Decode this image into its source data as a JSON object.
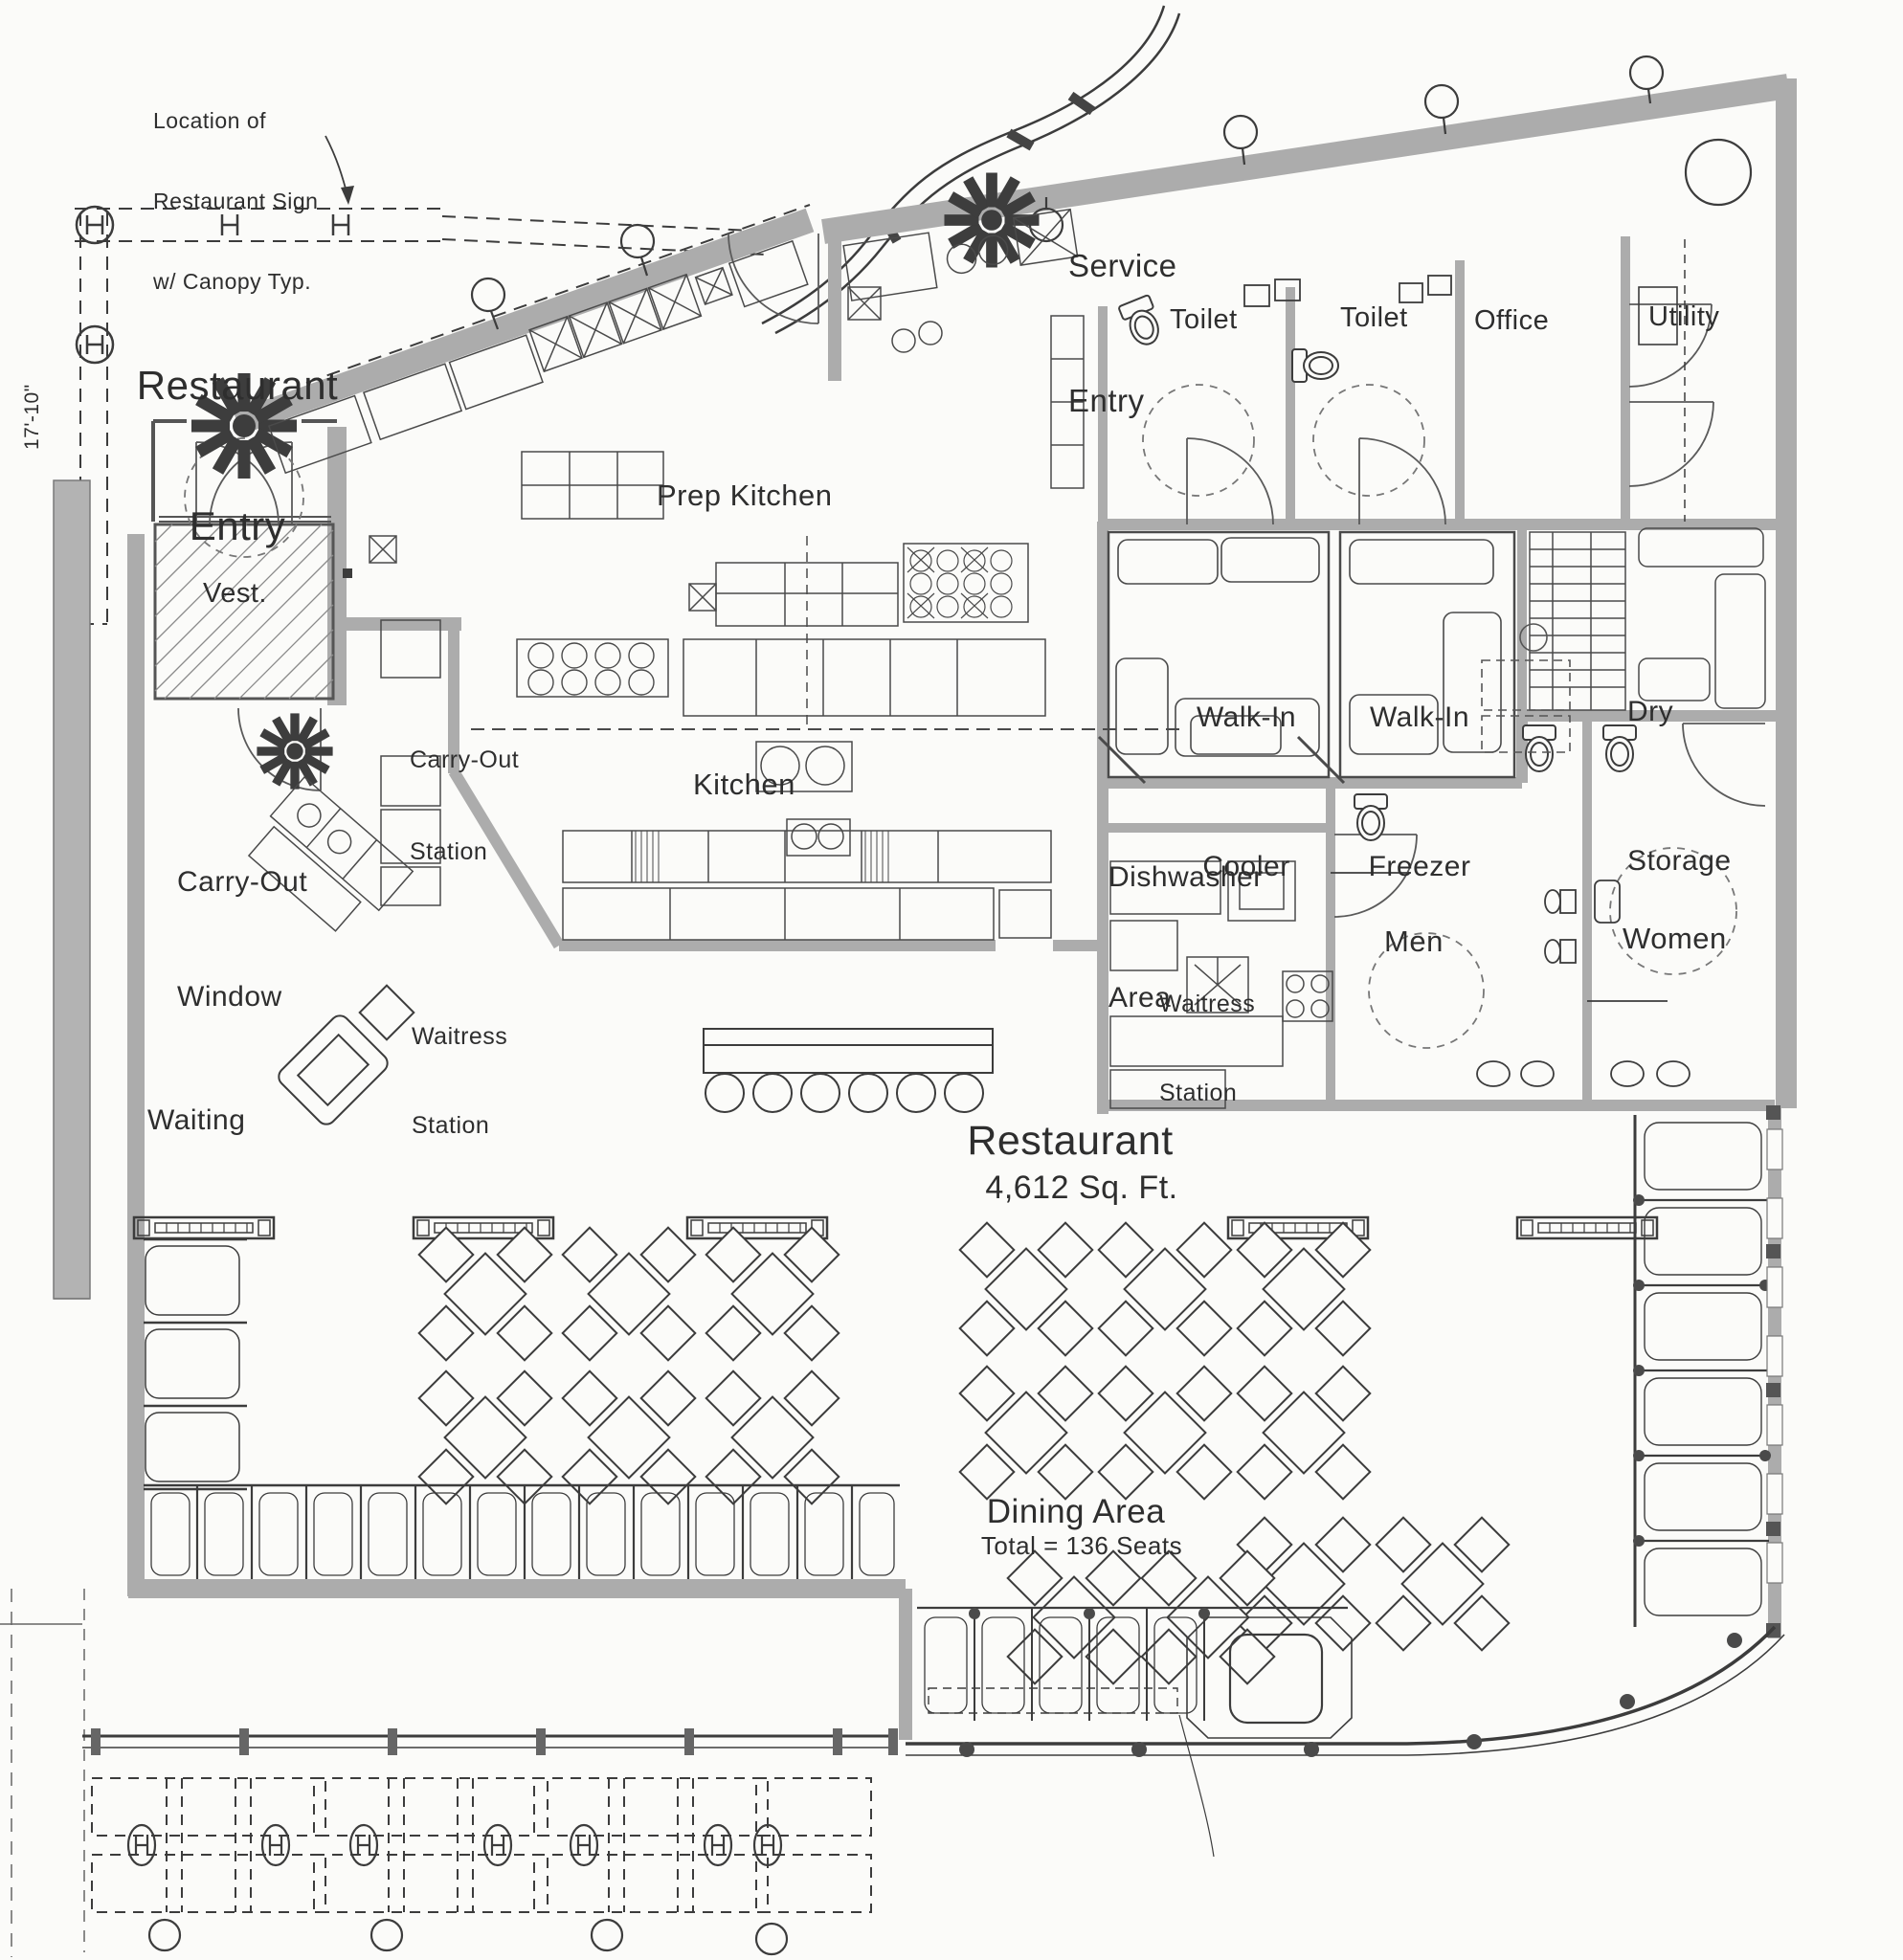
{
  "annotations": {
    "sign_note_line1": "Location of",
    "sign_note_line2": "Restaurant Sign",
    "sign_note_line3": "w/ Canopy Typ.",
    "dimension_left": "17'-10\""
  },
  "labels": {
    "restaurant_entry_line1": "Restaurant",
    "restaurant_entry_line2": "Entry",
    "service_entry_line1": "Service",
    "service_entry_line2": "Entry",
    "vestibule": "Vest.",
    "carry_out_station_line1": "Carry-Out",
    "carry_out_station_line2": "Station",
    "carry_out_window_line1": "Carry-Out",
    "carry_out_window_line2": "Window",
    "prep_kitchen": "Prep Kitchen",
    "kitchen": "Kitchen",
    "toilet_a": "Toilet",
    "toilet_b": "Toilet",
    "office": "Office",
    "utility": "Utility",
    "walk_in_cooler_line1": "Walk-In",
    "walk_in_cooler_line2": "Cooler",
    "walk_in_freezer_line1": "Walk-In",
    "walk_in_freezer_line2": "Freezer",
    "dry_storage_line1": "Dry",
    "dry_storage_line2": "Storage",
    "dishwasher_line1": "Dishwasher",
    "dishwasher_line2": "Area",
    "waitress_station_left_line1": "Waitress",
    "waitress_station_left_line2": "Station",
    "waitress_station_right_line1": "Waitress",
    "waitress_station_right_line2": "Station",
    "men": "Men",
    "women": "Women",
    "waiting": "Waiting",
    "restaurant_title": "Restaurant",
    "restaurant_area": "4,612 Sq. Ft.",
    "dining_area_title": "Dining Area",
    "dining_area_seats": "Total = 136 Seats"
  },
  "colors": {
    "wall_gray": "#acacac",
    "line_dark": "#3c3c3c",
    "paper": "#fbfbf9"
  }
}
